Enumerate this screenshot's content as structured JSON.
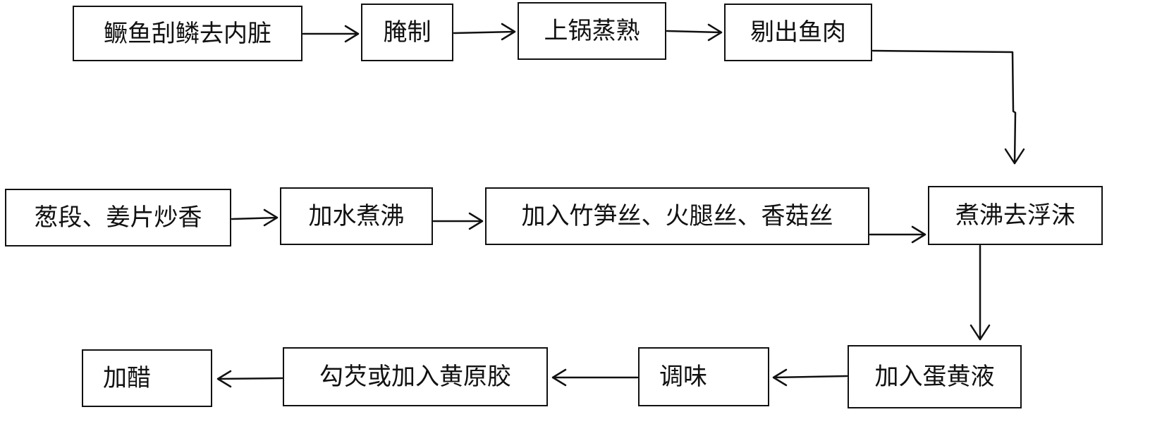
{
  "steps": [
    {
      "id": "s1",
      "label": "鳜鱼刮鳞去内脏"
    },
    {
      "id": "s2",
      "label": "腌制"
    },
    {
      "id": "s3",
      "label": "上锅蒸熟"
    },
    {
      "id": "s4",
      "label": "剔出鱼肉"
    },
    {
      "id": "s5",
      "label": "煮沸去浮沫"
    },
    {
      "id": "s6",
      "label": "加入竹笋丝、火腿丝、香菇丝"
    },
    {
      "id": "s7",
      "label": "加水煮沸"
    },
    {
      "id": "s8",
      "label": "葱段、姜片炒香"
    },
    {
      "id": "s9",
      "label": "加入蛋黄液"
    },
    {
      "id": "s10",
      "label": "调味"
    },
    {
      "id": "s11",
      "label": "勾芡或加入黄原胶"
    },
    {
      "id": "s12",
      "label": "加醋"
    }
  ],
  "flow": [
    {
      "from": "s1",
      "to": "s2"
    },
    {
      "from": "s2",
      "to": "s3"
    },
    {
      "from": "s3",
      "to": "s4"
    },
    {
      "from": "s4",
      "to": "s5"
    },
    {
      "from": "s8",
      "to": "s7"
    },
    {
      "from": "s7",
      "to": "s6"
    },
    {
      "from": "s6",
      "to": "s5"
    },
    {
      "from": "s5",
      "to": "s9"
    },
    {
      "from": "s9",
      "to": "s10"
    },
    {
      "from": "s10",
      "to": "s11"
    },
    {
      "from": "s11",
      "to": "s12"
    }
  ]
}
